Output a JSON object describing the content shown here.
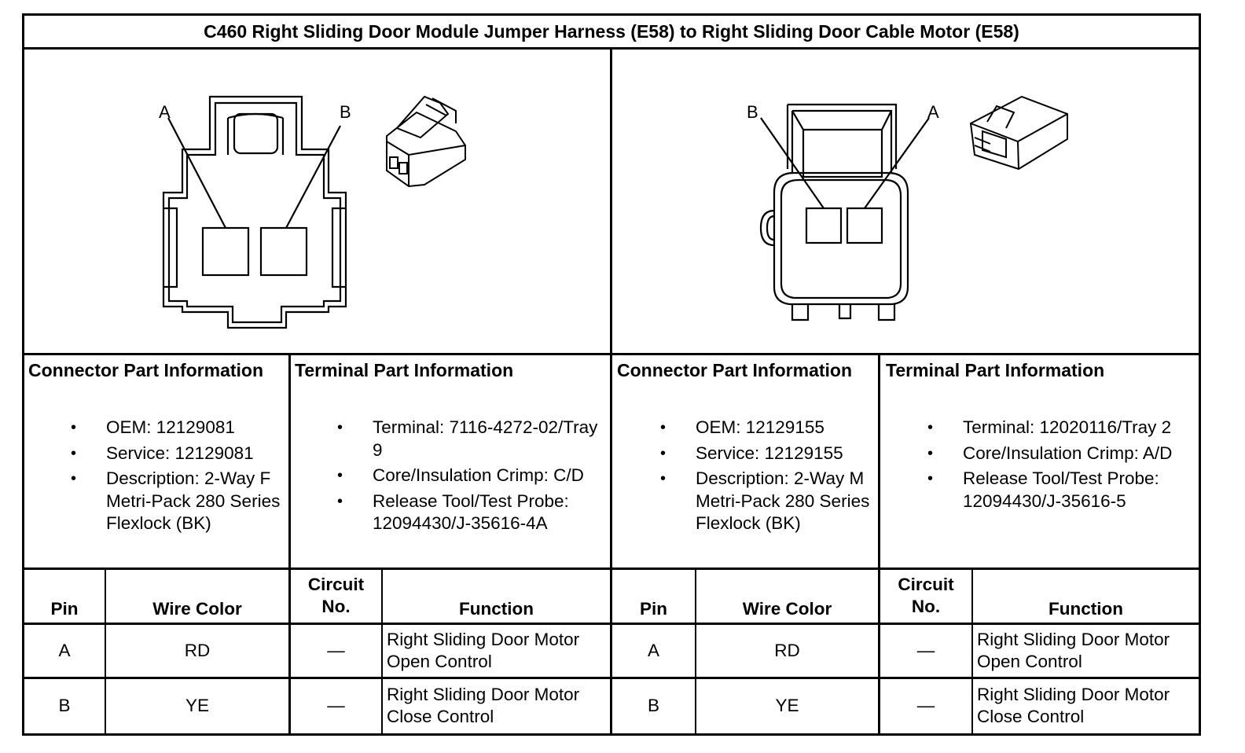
{
  "title": "C460 Right Sliding Door Module Jumper Harness (E58) to Right Sliding Door Cable Motor (E58)",
  "left": {
    "diagram": {
      "label_a": "A",
      "label_b": "B"
    },
    "connector_header": "Connector Part Information",
    "connector_items": [
      "OEM: 12129081",
      "Service: 12129081",
      "Description: 2-Way F Metri-Pack 280 Series Flexlock (BK)"
    ],
    "terminal_header": "Terminal Part Information",
    "terminal_items": [
      "Terminal: 7116-4272-02/Tray 9",
      "Core/Insulation Crimp: C/D",
      "Release Tool/Test Probe: 12094430/J-35616-4A"
    ],
    "table": {
      "headers": [
        "Pin",
        "Wire Color",
        "Circuit No.",
        "Function"
      ],
      "rows": [
        [
          "A",
          "RD",
          "—",
          "Right Sliding Door Motor Open Control"
        ],
        [
          "B",
          "YE",
          "—",
          "Right Sliding Door Motor Close Control"
        ]
      ]
    }
  },
  "right": {
    "diagram": {
      "label_a": "A",
      "label_b": "B"
    },
    "connector_header": "Connector Part Information",
    "connector_items": [
      "OEM: 12129155",
      "Service: 12129155",
      "Description: 2-Way M Metri-Pack 280 Series Flexlock (BK)"
    ],
    "terminal_header": "Terminal Part Information",
    "terminal_items": [
      "Terminal: 12020116/Tray 2",
      "Core/Insulation Crimp: A/D",
      "Release Tool/Test Probe: 12094430/J-35616-5"
    ],
    "table": {
      "headers": [
        "Pin",
        "Wire Color",
        "Circuit No.",
        "Function"
      ],
      "rows": [
        [
          "A",
          "RD",
          "—",
          "Right Sliding Door Motor Open Control"
        ],
        [
          "B",
          "YE",
          "—",
          "Right Sliding Door Motor Close Control"
        ]
      ]
    }
  }
}
